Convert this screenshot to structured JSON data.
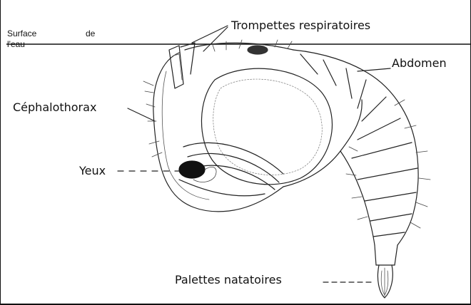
{
  "water_surface": {
    "word1": "Surface",
    "word2": "de",
    "word3": "l'eau"
  },
  "labels": {
    "trompettes": "Trompettes respiratoires",
    "abdomen": "Abdomen",
    "cephalothorax": "Céphalothorax",
    "yeux": "Yeux",
    "palettes": "Palettes natatoires"
  },
  "colors": {
    "ink": "#111111",
    "background": "#ffffff"
  }
}
